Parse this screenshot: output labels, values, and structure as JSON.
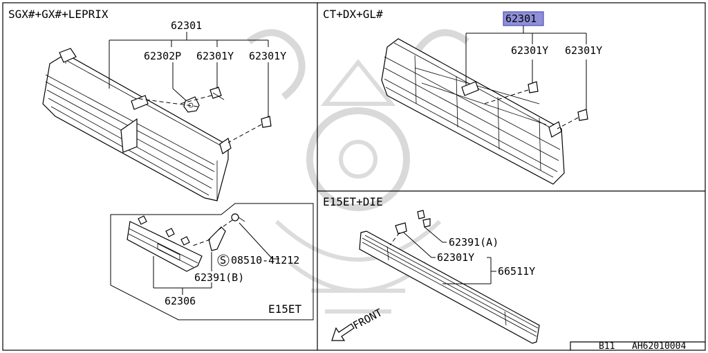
{
  "colors": {
    "line": "#000000",
    "background": "#ffffff",
    "highlight": "#8f8fd8",
    "watermark": "#d9d9d9"
  },
  "panels": {
    "left": {
      "title": "SGX#+GX#+LEPRIX",
      "labels": {
        "grille": "62301",
        "part_p": "62302P",
        "clip_a": "62301Y",
        "clip_b": "62301Y"
      },
      "inset": {
        "title": "E15ET",
        "bolt": "08510-41212",
        "bolt_prefix": "S",
        "bracket": "62391(B)",
        "lower_grille": "62306"
      }
    },
    "top_right": {
      "title": "CT+DX+GL#",
      "labels": {
        "grille": "62301",
        "clip_a": "62301Y",
        "clip_b": "62301Y"
      }
    },
    "bottom_right": {
      "title": "E15ET+DIE",
      "labels": {
        "bracket_a": "62391(A)",
        "clip": "62301Y",
        "assembly": "66511Y"
      },
      "direction": "FRONT"
    }
  },
  "footer": {
    "page": "B11",
    "code": "AH62010004"
  },
  "icons": {
    "front_arrow": "arrow-down-left-icon",
    "bolt_marker": "circled-s-icon"
  }
}
